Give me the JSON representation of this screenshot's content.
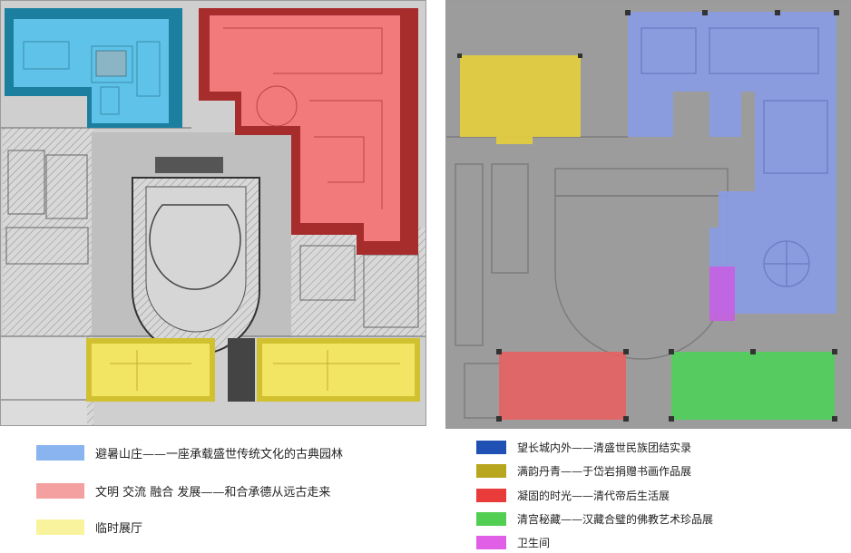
{
  "legend_left": {
    "items": [
      {
        "label": "避暑山庄——一座承载盛世传统文化的古典园林",
        "color": "#8ab4ef"
      },
      {
        "label": "文明 交流 融合 发展——和合承德从远古走来",
        "color": "#f4a0a0"
      },
      {
        "label": "临时展厅",
        "color": "#faf39d"
      }
    ]
  },
  "legend_right": {
    "items": [
      {
        "label": "望长城内外——清盛世民族团结实录",
        "color": "#1f50b4"
      },
      {
        "label": "满韵丹青——于岱岩捐赠书画作品展",
        "color": "#b8a61e"
      },
      {
        "label": "凝固的时光——清代帝后生活展",
        "color": "#ea3b3b"
      },
      {
        "label": "清宫秘藏——汉藏合璧的佛教艺术珍品展",
        "color": "#52cf52"
      },
      {
        "label": "卫生间",
        "color": "#e05fe6"
      }
    ]
  },
  "plan_left": {
    "zones": [
      {
        "name": "summer-resort-hall",
        "color": "#5fc2e8"
      },
      {
        "name": "civilization-hall",
        "color": "#f37a7a"
      },
      {
        "name": "temporary-hall",
        "color": "#f2e563"
      }
    ]
  },
  "plan_right": {
    "zones": [
      {
        "name": "great-wall-exhibition",
        "color": "#8a9ce6"
      },
      {
        "name": "painting-calligraphy-exhibition",
        "color": "#e7cf3c"
      },
      {
        "name": "imperial-life-exhibition",
        "color": "#e86262"
      },
      {
        "name": "buddhist-art-exhibition",
        "color": "#4fd05a"
      },
      {
        "name": "restroom",
        "color": "#c560e2"
      }
    ]
  }
}
